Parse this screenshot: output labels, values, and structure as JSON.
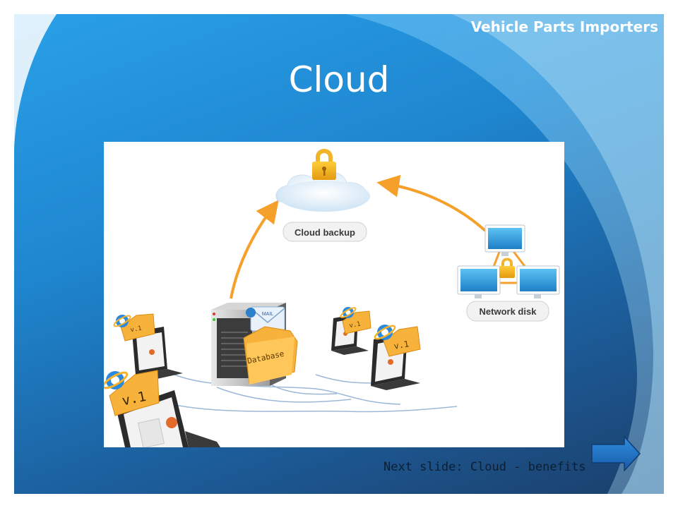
{
  "slide": {
    "organization": "Vehicle Parts Importers",
    "title": "Cloud",
    "next_text": "Next slide: Cloud - benefits"
  },
  "diagram": {
    "cloud_label": "Cloud backup",
    "network_label": "Network disk",
    "server_label": "Database",
    "email_label": "MAIL",
    "version_label": "v.1"
  },
  "colors": {
    "arrow": "#f5a02a",
    "folder": "#f7b23b",
    "slide_top": "#2aa0e8",
    "slide_bottom": "#1b3f6b"
  },
  "icons": [
    "lock-icon",
    "cloud-icon",
    "monitor-icon",
    "laptop-icon",
    "server-icon",
    "folder-icon",
    "ie-icon",
    "arrow-right-icon"
  ]
}
